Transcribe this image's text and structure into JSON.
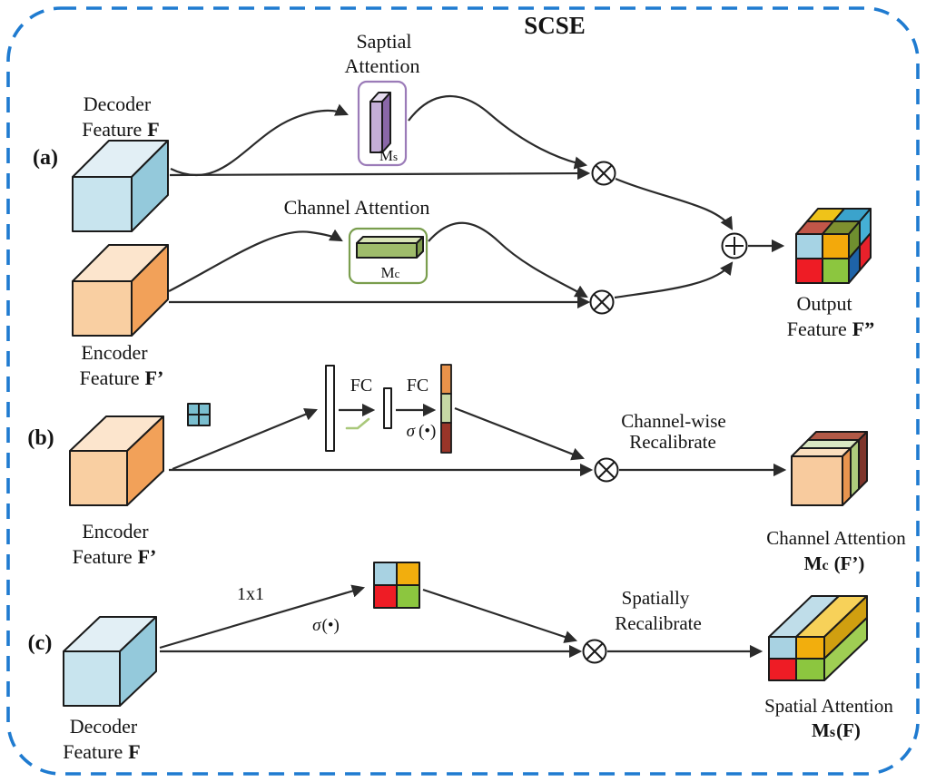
{
  "title": "SCSE",
  "colors": {
    "border": "#1F7BD0",
    "line": "#2B2B2B",
    "blue_front": "#C8E4EE",
    "blue_top": "#E2EFF5",
    "blue_side": "#94C9DB",
    "orange_front": "#F9CFA2",
    "orange_top": "#FCE5CD",
    "orange_side": "#F2A159",
    "purple_box": "#9B7BB8",
    "purple_front": "#C4AED8",
    "purple_top": "#E6DCEF",
    "purple_side": "#8A67A8",
    "green_box": "#7A9E4E",
    "green_front": "#9FBC6B",
    "green_top": "#D8E4B6",
    "green_side": "#7E9C4C",
    "relu": "#A9C87A",
    "pool_cell": "#7ABECF",
    "bar_orange": "#E8924A",
    "bar_green": "#C6D8A4",
    "bar_red": "#993528",
    "tile_blue": "#A8D2E2",
    "tile_gold": "#F2AE0D",
    "tile_red": "#EE1C25",
    "tile_green": "#8CC63F"
  },
  "panel_a": {
    "label": "(a)",
    "decoder_cube_label": {
      "line1": "Decoder",
      "line2_word": "Feature",
      "line2_sym": "F"
    },
    "encoder_cube_label": {
      "line1": "Encoder",
      "line2_word": "Feature",
      "line2_sym": "F’"
    },
    "spatial_box": {
      "title1": "Saptial",
      "title2": "Attention",
      "tag": "M",
      "tag_sub": "s"
    },
    "channel_box": {
      "title": "Channel Attention",
      "tag": "M",
      "tag_sub": "c"
    },
    "output_cube_label": {
      "line1": "Output",
      "line2_word": "Feature",
      "line2_sym": "F”"
    },
    "output_cube": {
      "front": [
        "#A6D3E4",
        "#F3A90B",
        "#EE1C25",
        "#8CC63F"
      ],
      "top_front": [
        "#C25648",
        "#7E8F2F"
      ],
      "top_back": [
        "#EFC319",
        "#3BA3CC"
      ],
      "side_front": [
        "#6F8F2F",
        "#1E63A8"
      ],
      "side_back": [
        "#45AFD6",
        "#E8212B"
      ]
    }
  },
  "panel_b": {
    "label": "(b)",
    "encoder_cube_label": {
      "line1": "Encoder",
      "line2_word": "Feature",
      "line2_sym": "F’"
    },
    "fc1": "FC",
    "fc2": "FC",
    "sigma": "σ",
    "sigma_args": "(•)",
    "recalibrate": {
      "line1": "Channel-wise",
      "line2": "Recalibrate"
    },
    "result_label": {
      "line1": "Channel Attention",
      "tag": "M",
      "tag_sub": "c",
      "tag_rest": "(F’)"
    },
    "result_cube": {
      "front": "#F8CB9E",
      "top": [
        "#FBDFBE",
        "#D9E7C2",
        "#B25A47"
      ],
      "side": [
        "#E8944E",
        "#AECB7D",
        "#7E352B"
      ]
    }
  },
  "panel_c": {
    "label": "(c)",
    "decoder_cube_label": {
      "line1": "Decoder",
      "line2_word": "Feature",
      "line2_sym": "F"
    },
    "conv": "1x1",
    "sigma": "σ",
    "sigma_args": "(•)",
    "recalibrate": {
      "line1": "Spatially",
      "line2": "Recalibrate"
    },
    "result_label": {
      "line1": "Spatial Attention",
      "tag": "M",
      "tag_sub": "s",
      "tag_rest": "(F)"
    },
    "result_cube": {
      "top_left": "#BFDDE9",
      "top_right": "#F7D159",
      "side_upper": "#D09F10",
      "side_lower": "#9FCE53"
    }
  }
}
